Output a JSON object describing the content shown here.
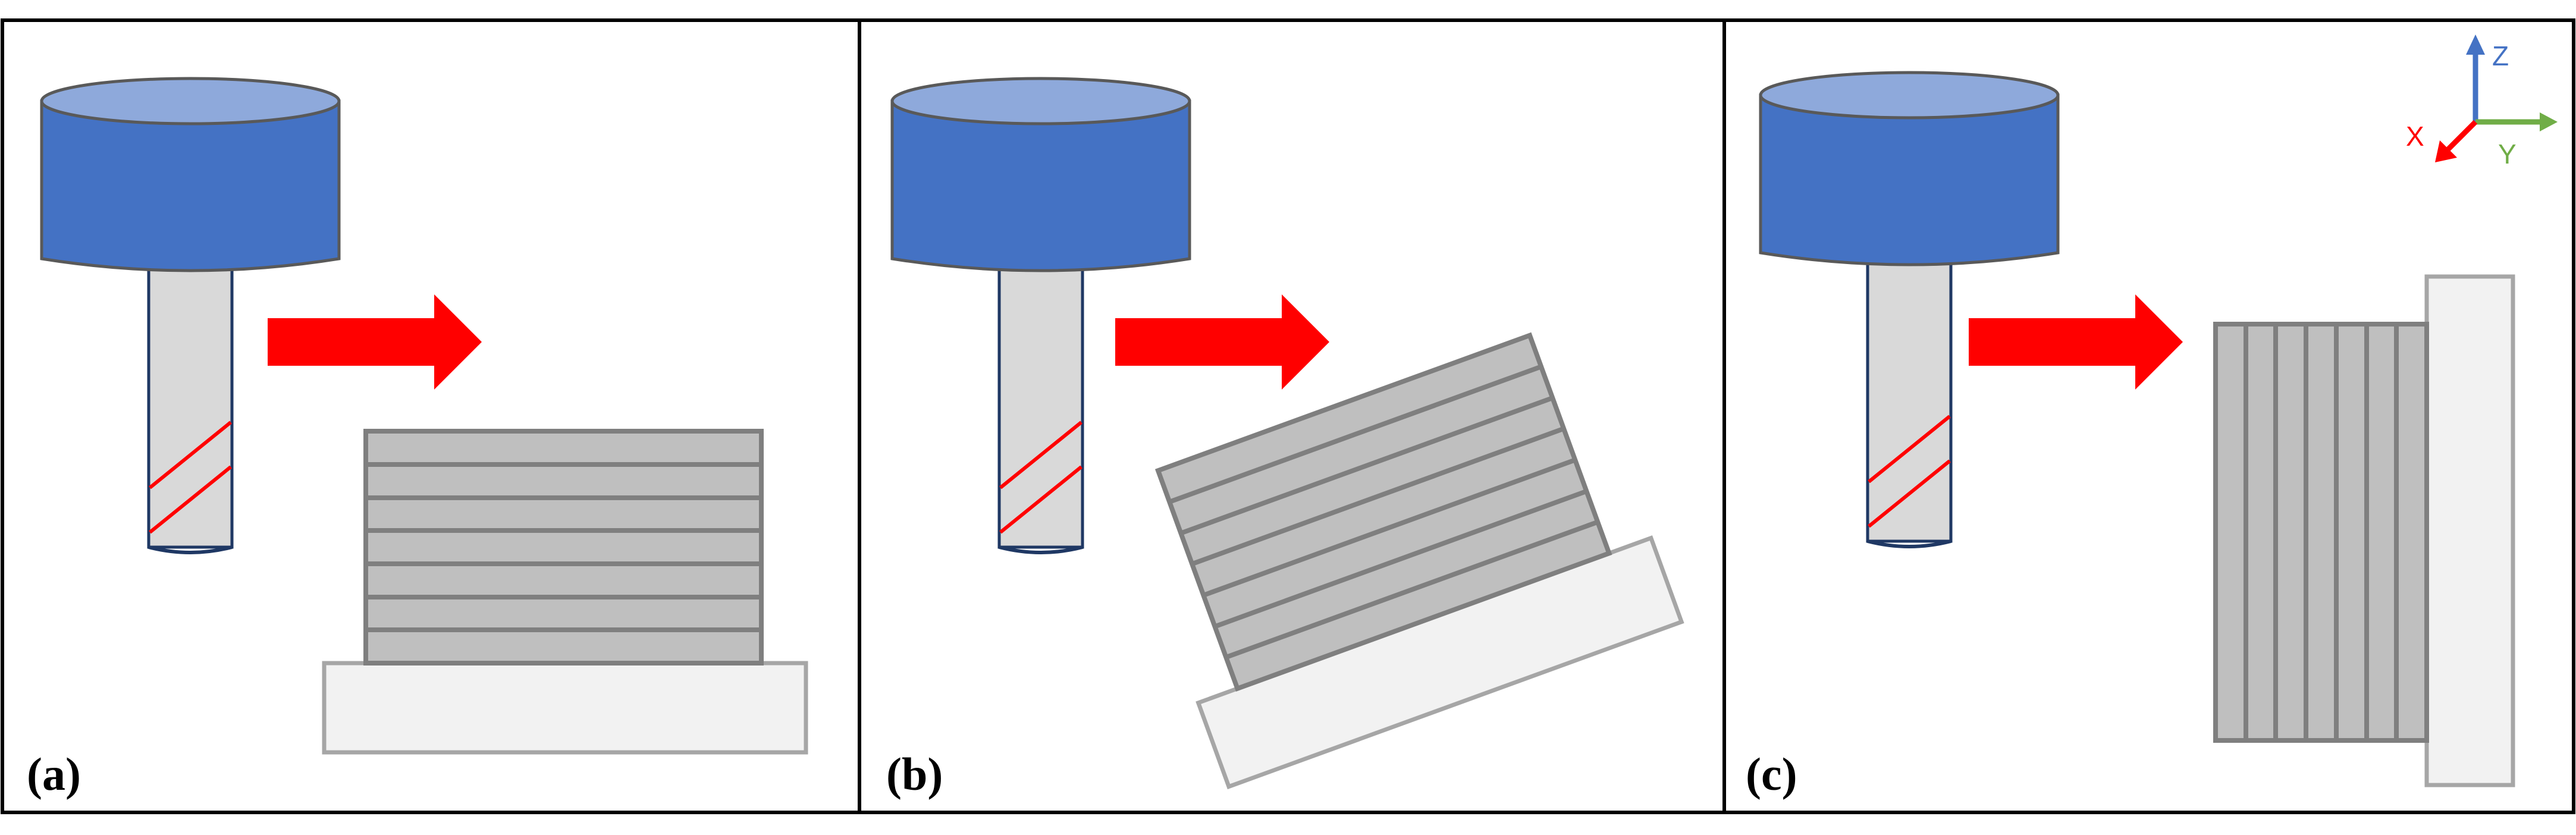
{
  "panels": [
    {
      "label": "(a)",
      "build_orientation": "horizontal layers"
    },
    {
      "label": "(b)",
      "build_orientation": "tilted layers"
    },
    {
      "label": "(c)",
      "build_orientation": "vertical layers"
    }
  ],
  "axes": {
    "z": "Z",
    "x": "X",
    "y": "Y"
  },
  "colors": {
    "tool_head_side": "#4472C4",
    "tool_head_top": "#8EA9DB",
    "tool_outline": "#1F3864",
    "shank": "#D9D9D9",
    "flute": "#FF0000",
    "arrow": "#FF0000",
    "layers_fill": "#BFBFBF",
    "layers_line": "#7F7F7F",
    "base_plate": "#F2F2F2",
    "base_plate_outline": "#A6A6A6",
    "axis_x": "#FF0000",
    "axis_y": "#70AD47",
    "axis_z": "#4472C4"
  }
}
